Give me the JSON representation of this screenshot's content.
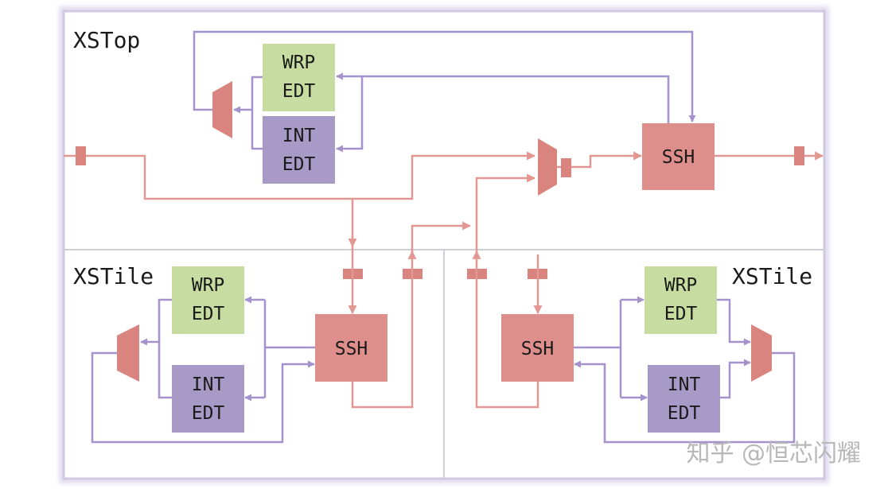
{
  "regions": {
    "top": {
      "title": "XSTop"
    },
    "left": {
      "title": "XSTile"
    },
    "right": {
      "title": "XSTile"
    }
  },
  "blocks": {
    "top_wrp": {
      "line1": "WRP",
      "line2": "EDT"
    },
    "top_int": {
      "line1": "INT",
      "line2": "EDT"
    },
    "top_ssh": {
      "label": "SSH"
    },
    "left_wrp": {
      "line1": "WRP",
      "line2": "EDT"
    },
    "left_int": {
      "line1": "INT",
      "line2": "EDT"
    },
    "left_ssh": {
      "label": "SSH"
    },
    "right_wrp": {
      "line1": "WRP",
      "line2": "EDT"
    },
    "right_int": {
      "line1": "INT",
      "line2": "EDT"
    },
    "right_ssh": {
      "label": "SSH"
    }
  },
  "watermark": {
    "text": "知乎 @恒芯闪耀"
  },
  "colors": {
    "frame": "#cfc8e3",
    "divider": "#cfcfd8",
    "wrp": "#c6dca0",
    "int": "#a79ac6",
    "ssh": "#de8f8b",
    "mux": "#d9847e",
    "reg": "#d9847e",
    "wire_red": "#e39792",
    "wire_purple": "#a592cd"
  }
}
